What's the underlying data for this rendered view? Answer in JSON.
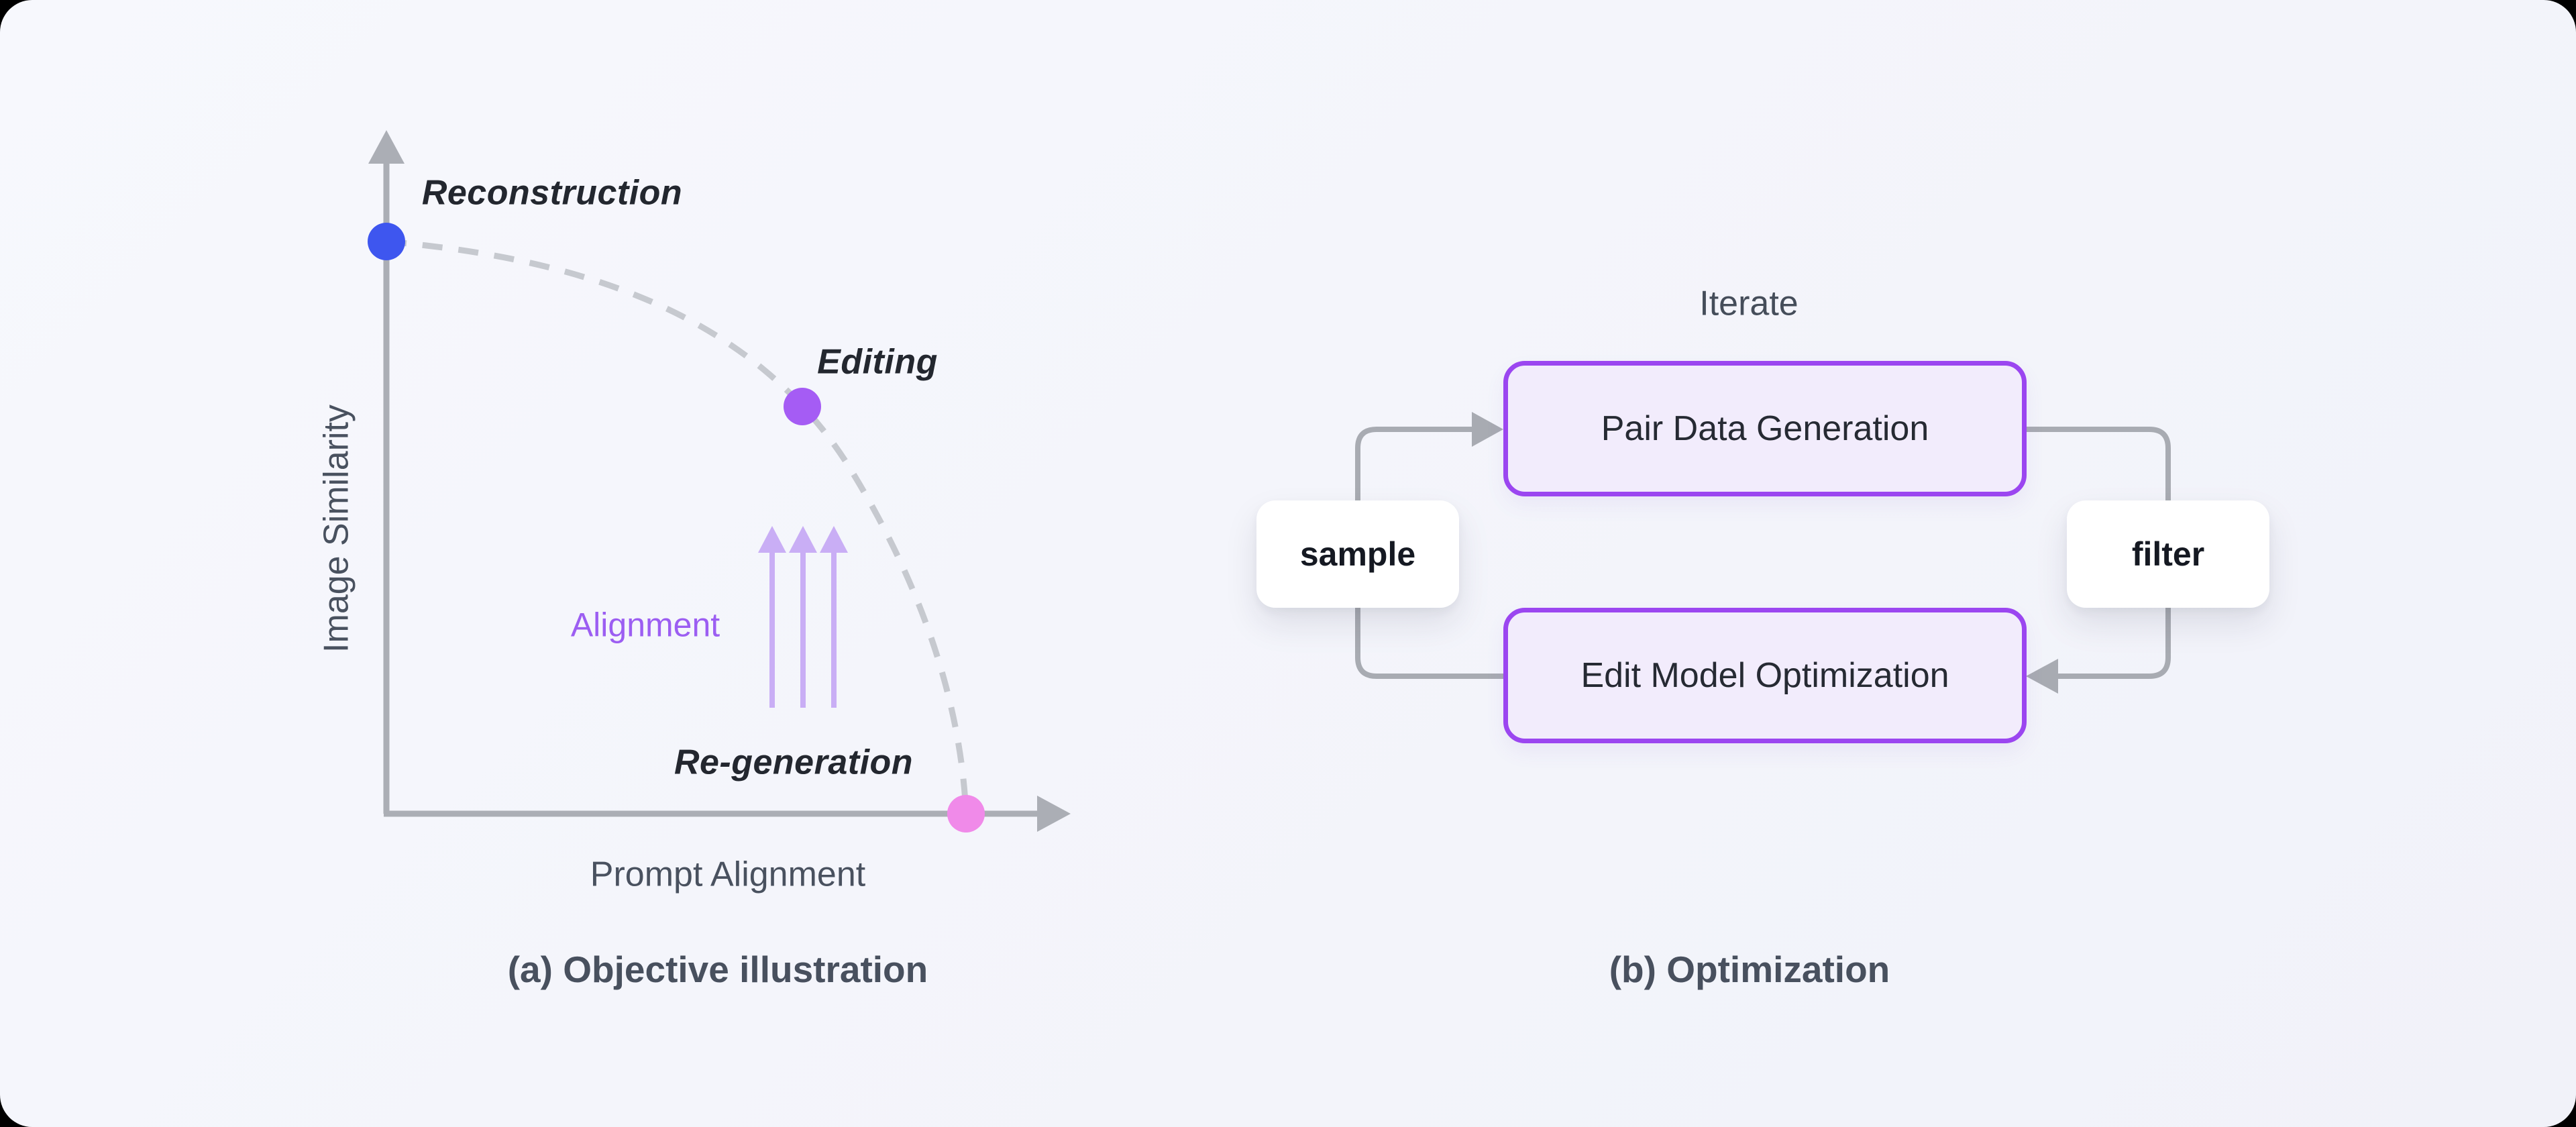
{
  "figure": {
    "background_color": "#f4f5fb",
    "panel_a": {
      "caption": "(a) Objective illustration",
      "x_axis_label": "Prompt Alignment",
      "y_axis_label": "Image Similarity",
      "axis_color": "#abaeb5",
      "curve": {
        "style": "dashed",
        "color": "#c6c9cf"
      },
      "points": [
        {
          "id": "reconstruction",
          "label": "Reconstruction",
          "color": "#3e56ef"
        },
        {
          "id": "editing",
          "label": "Editing",
          "color": "#a55cf4"
        },
        {
          "id": "regeneration",
          "label": "Re-generation",
          "color": "#f08ae9"
        }
      ],
      "alignment": {
        "label": "Alignment",
        "text_color": "#9c5ef2",
        "arrow_color": "#c9aef5",
        "arrow_count": 3,
        "arrow_direction": "up"
      }
    },
    "panel_b": {
      "caption": "(b) Optimization",
      "title": "Iterate",
      "boxes": [
        {
          "id": "pair-data-generation",
          "label": "Pair Data Generation",
          "fill": "#f2ecfc",
          "border_color": "#9b46f0"
        },
        {
          "id": "edit-model-optimization",
          "label": "Edit Model Optimization",
          "fill": "#f2ecfc",
          "border_color": "#9b46f0"
        }
      ],
      "edge_labels": [
        {
          "id": "sample",
          "label": "sample",
          "side": "left"
        },
        {
          "id": "filter",
          "label": "filter",
          "side": "right"
        }
      ],
      "connector_color": "#a8abb2"
    }
  }
}
